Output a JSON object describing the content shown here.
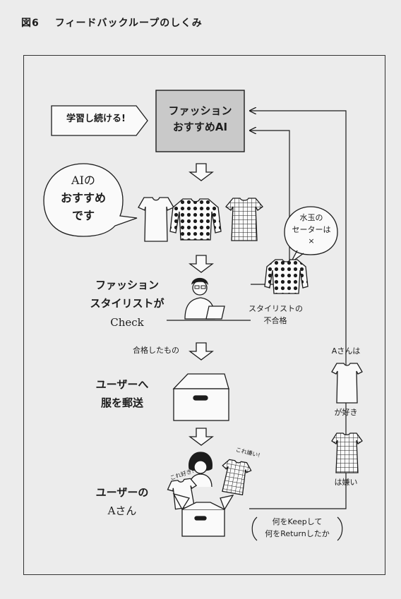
{
  "figure": {
    "number": "図6",
    "title": "フィードバックループのしくみ"
  },
  "ai_box": {
    "line1": "ファッション",
    "line2": "おすすめAI"
  },
  "learn_callout": "学習し続ける!",
  "ai_recommend": {
    "line1": "AIの",
    "line2": "おすすめ",
    "line3": "です"
  },
  "stylist": {
    "line1": "ファッション",
    "line2": "スタイリストが",
    "line3": "Check"
  },
  "stylist_comment": {
    "line1": "水玉の",
    "line2": "セーターは",
    "line3": "×"
  },
  "rejected": {
    "line1": "スタイリストの",
    "line2": "不合格"
  },
  "passed_label": "合格したもの",
  "ship": {
    "line1": "ユーザーへ",
    "line2": "服を郵送"
  },
  "user": {
    "line1": "ユーザーの",
    "line2": "Aさん"
  },
  "user_tags": {
    "like": "これ好き!",
    "dislike": "これ嫌い!"
  },
  "feedback_note": {
    "line1": "何をKeepして",
    "line2": "何をReturnしたか"
  },
  "preference": {
    "head": "Aさんは",
    "likes": "が好き",
    "dislikes": "は嫌い"
  },
  "colors": {
    "background": "#ececec",
    "ai_box_fill": "#c9c9c9",
    "line": "#1c1c1c"
  },
  "icons": [
    "down-arrow-icon",
    "t-shirt-icon",
    "polka-dot-sweater-icon",
    "check-dress-icon",
    "cardboard-box-icon",
    "laptop-icon",
    "stylist-person-icon",
    "user-person-icon"
  ]
}
